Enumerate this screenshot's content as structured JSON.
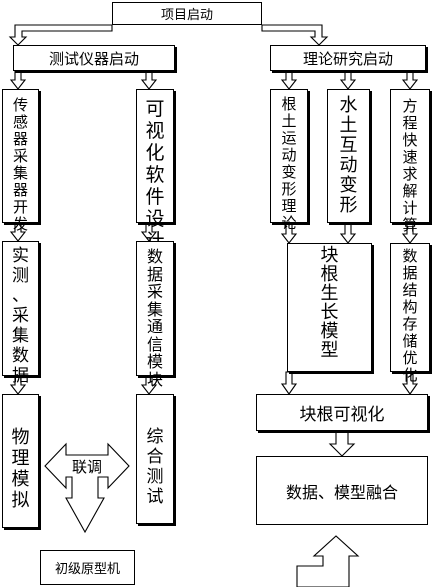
{
  "top": {
    "label": "项目启动"
  },
  "left_branch": {
    "title": "测试仪器启动",
    "col1": [
      "传感器采集器开发",
      "实测、采集数据",
      "物理模拟"
    ],
    "col2": [
      "可视化软件设计",
      "数据采集通信模块",
      "综合测试"
    ],
    "joint_label": "联调",
    "output": "初级原型机"
  },
  "right_branch": {
    "title": "理论研究启动",
    "theory": [
      "根土运动变形理论",
      "水土互动变形",
      "方程快速求解计算"
    ],
    "model": "块根生长模型",
    "data_opt": "数据结构存储优化",
    "visual": "块根可视化",
    "fusion": "数据、模型融合"
  }
}
